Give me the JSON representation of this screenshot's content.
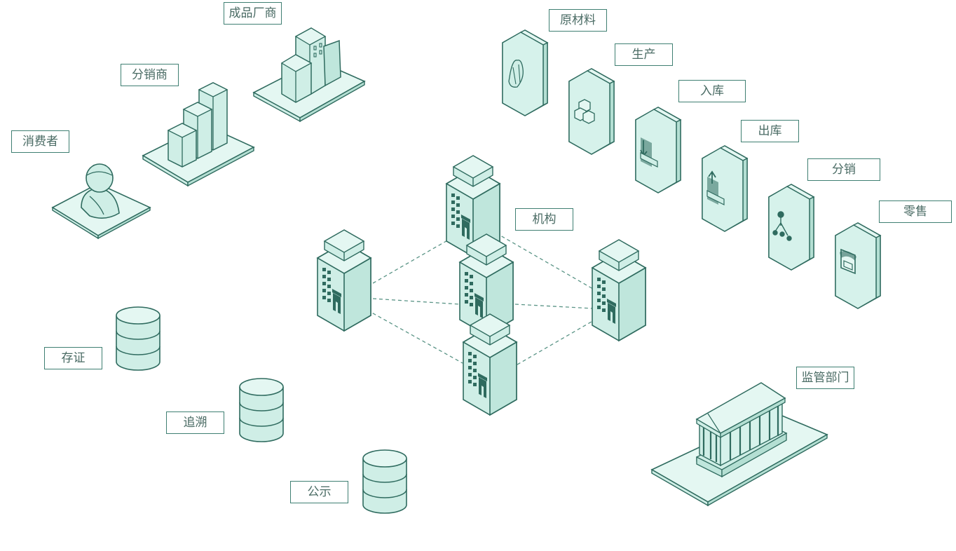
{
  "colors": {
    "stroke": "#2f6b5f",
    "fill": "#cfeee6",
    "fill_light": "#e4f7f2",
    "fill_dark": "#b4dfd3",
    "dash": "#5a9486",
    "label_text": "#4a6b64",
    "label_border": "#3f7f72"
  },
  "supply_chain": {
    "raw_materials": "成品厂商",
    "distributor": "分销商",
    "consumer": "消费者"
  },
  "process_steps": {
    "raw": "原材料",
    "produce": "生产",
    "inbound": "入库",
    "outbound": "出库",
    "distribute": "分销",
    "retail": "零售"
  },
  "storage": {
    "evidence": "存证",
    "trace": "追溯",
    "publicity": "公示"
  },
  "network": {
    "org": "机构"
  },
  "regulator": {
    "label": "监管部门"
  }
}
